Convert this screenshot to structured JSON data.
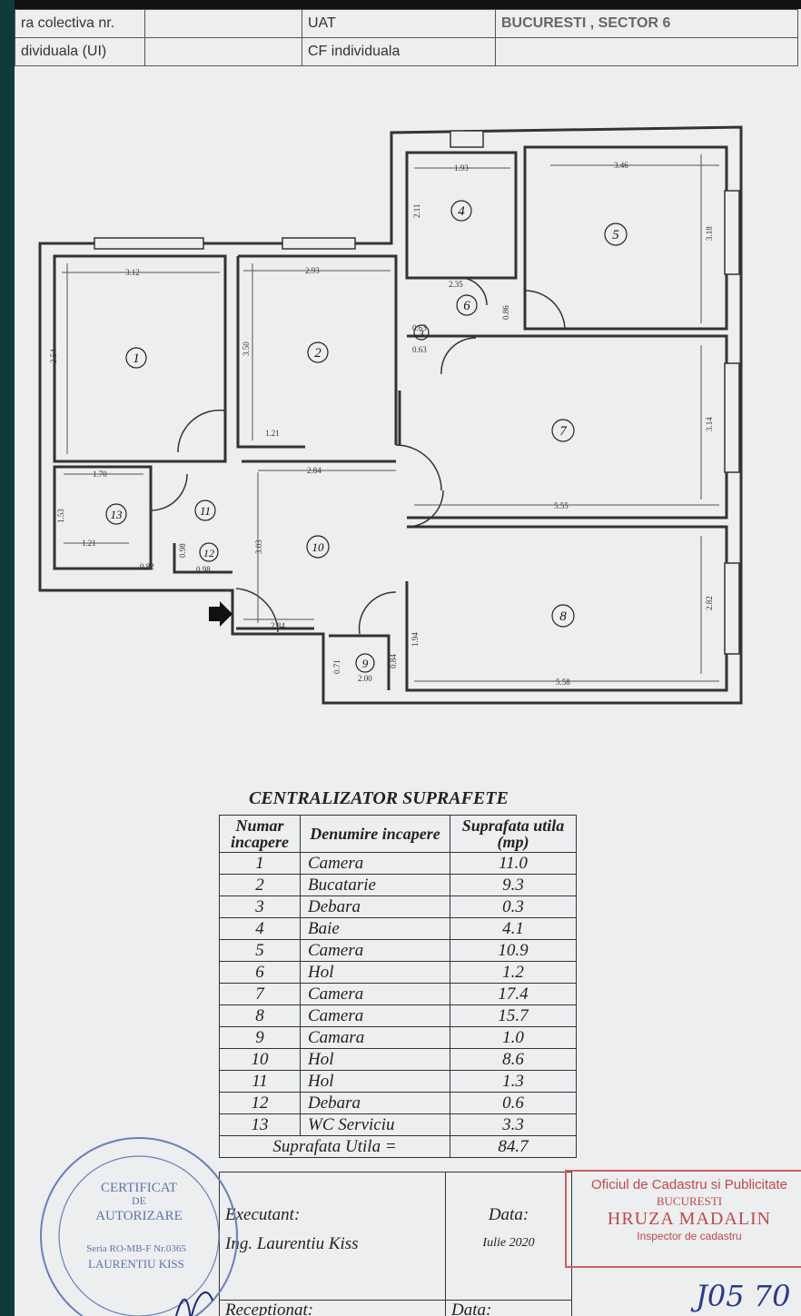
{
  "header": {
    "row1": [
      "ra colectiva nr.",
      "",
      "UAT",
      "BUCURESTI , SECTOR 6"
    ],
    "row2": [
      "dividuala (UI)",
      "",
      "CF individuala",
      ""
    ]
  },
  "plan": {
    "room_numbers": [
      "1",
      "2",
      "3",
      "4",
      "5",
      "6",
      "7",
      "8",
      "9",
      "10",
      "11",
      "12",
      "13"
    ],
    "dimensions": [
      "3.12",
      "3.54",
      "2.93",
      "3.50",
      "1.21",
      "2.84",
      "1.70",
      "1.53",
      "1.21",
      "0.82",
      "0.98",
      "0.98",
      "3.03",
      "2.84",
      "1.93",
      "2.11",
      "3.46",
      "3.18",
      "2.35",
      "0.86",
      "0.63",
      "0.63",
      "3.14",
      "5.55",
      "1.94",
      "5.58",
      "2.82",
      "0.71",
      "0.84",
      "2.00"
    ]
  },
  "table": {
    "title": "CENTRALIZATOR SUPRAFETE",
    "headers": [
      "Numar incapere",
      "Denumire incapere",
      "Suprafata utila (mp)"
    ],
    "rows": [
      [
        "1",
        "Camera",
        "11.0"
      ],
      [
        "2",
        "Bucatarie",
        "9.3"
      ],
      [
        "3",
        "Debara",
        "0.3"
      ],
      [
        "4",
        "Baie",
        "4.1"
      ],
      [
        "5",
        "Camera",
        "10.9"
      ],
      [
        "6",
        "Hol",
        "1.2"
      ],
      [
        "7",
        "Camera",
        "17.4"
      ],
      [
        "8",
        "Camera",
        "15.7"
      ],
      [
        "9",
        "Camara",
        "1.0"
      ],
      [
        "10",
        "Hol",
        "8.6"
      ],
      [
        "11",
        "Hol",
        "1.3"
      ],
      [
        "12",
        "Debara",
        "0.6"
      ],
      [
        "13",
        "WC Serviciu",
        "3.3"
      ]
    ],
    "total_label": "Suprafata Utila =",
    "total_value": "84.7"
  },
  "signatures": {
    "executant_label": "Executant:",
    "executant_name": "Ing. Laurentiu Kiss",
    "data_label": "Data:",
    "data_value": "Iulie 2020",
    "receptionat_label": "Receptionat:",
    "data_label2": "Data:"
  },
  "stamps": {
    "round_lines": [
      "CERTIFICAT",
      "DE",
      "AUTORIZARE",
      "Seria RO-MB-F Nr.0365",
      "LAURENTIU KISS"
    ],
    "rect_lines": [
      "Oficiul de Cadastru si Publicitate",
      "BUCURESTI",
      "HRUZA MADALIN",
      "Inspector de cadastru"
    ],
    "handwriting": "J05 70"
  }
}
